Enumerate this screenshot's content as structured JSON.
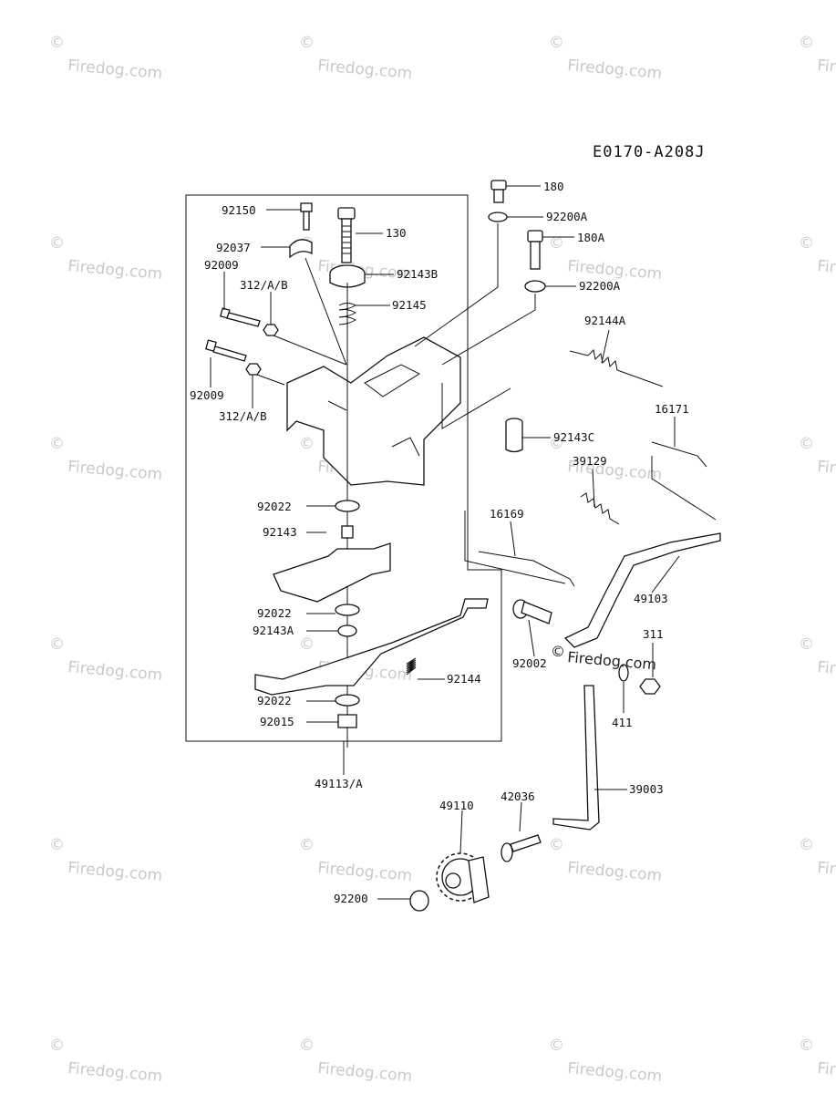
{
  "diagram_code": "E0170-A208J",
  "watermark": {
    "text": "Firedog.com",
    "symbol": "©"
  },
  "footer_watermark": "Firedog.com",
  "labels": {
    "p92150": "92150",
    "p130": "130",
    "p92037": "92037",
    "p92143B": "92143B",
    "p92009a": "92009",
    "p312a": "312/A/B",
    "p92145": "92145",
    "p92009b": "92009",
    "p312b": "312/A/B",
    "p180": "180",
    "p92200A_1": "92200A",
    "p180A": "180A",
    "p92200A_2": "92200A",
    "p92144A": "92144A",
    "p16171": "16171",
    "p92143C": "92143C",
    "p39129": "39129",
    "p92022a": "92022",
    "p92143": "92143",
    "p16169": "16169",
    "p49103": "49103",
    "p92022b": "92022",
    "p92143A": "92143A",
    "p92002": "92002",
    "p311": "311",
    "p92144": "92144",
    "p92022c": "92022",
    "p411": "411",
    "p92015": "92015",
    "p49113A": "49113/A",
    "p39003": "39003",
    "p49110": "49110",
    "p42036": "42036",
    "p92200": "92200"
  }
}
